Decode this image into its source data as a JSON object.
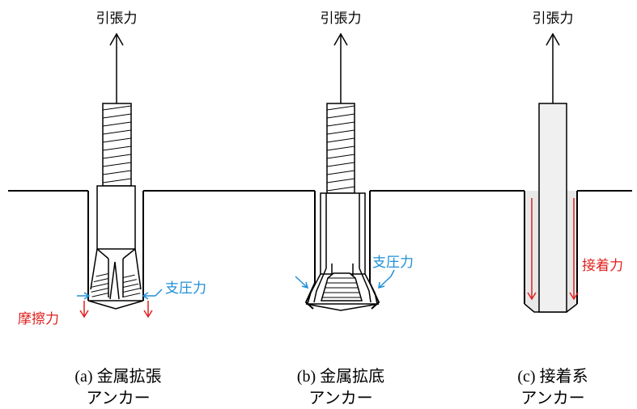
{
  "colors": {
    "line": "#000000",
    "force_blue": "#1f8fd6",
    "force_red": "#e0201e",
    "adhesive_fill": "#e8e8e8",
    "background": "#ffffff"
  },
  "anchors": [
    {
      "id": "a",
      "tension_label": "引張力",
      "force_labels": [
        "支圧力",
        "摩擦力"
      ],
      "caption_line1": "(a) 金属拡張",
      "caption_line2": "アンカー"
    },
    {
      "id": "b",
      "tension_label": "引張力",
      "force_labels": [
        "支圧力"
      ],
      "caption_line1": "(b) 金属拡底",
      "caption_line2": "アンカー"
    },
    {
      "id": "c",
      "tension_label": "引張力",
      "force_labels": [
        "接着力"
      ],
      "caption_line1": "(c) 接着系",
      "caption_line2": "アンカー"
    }
  ]
}
